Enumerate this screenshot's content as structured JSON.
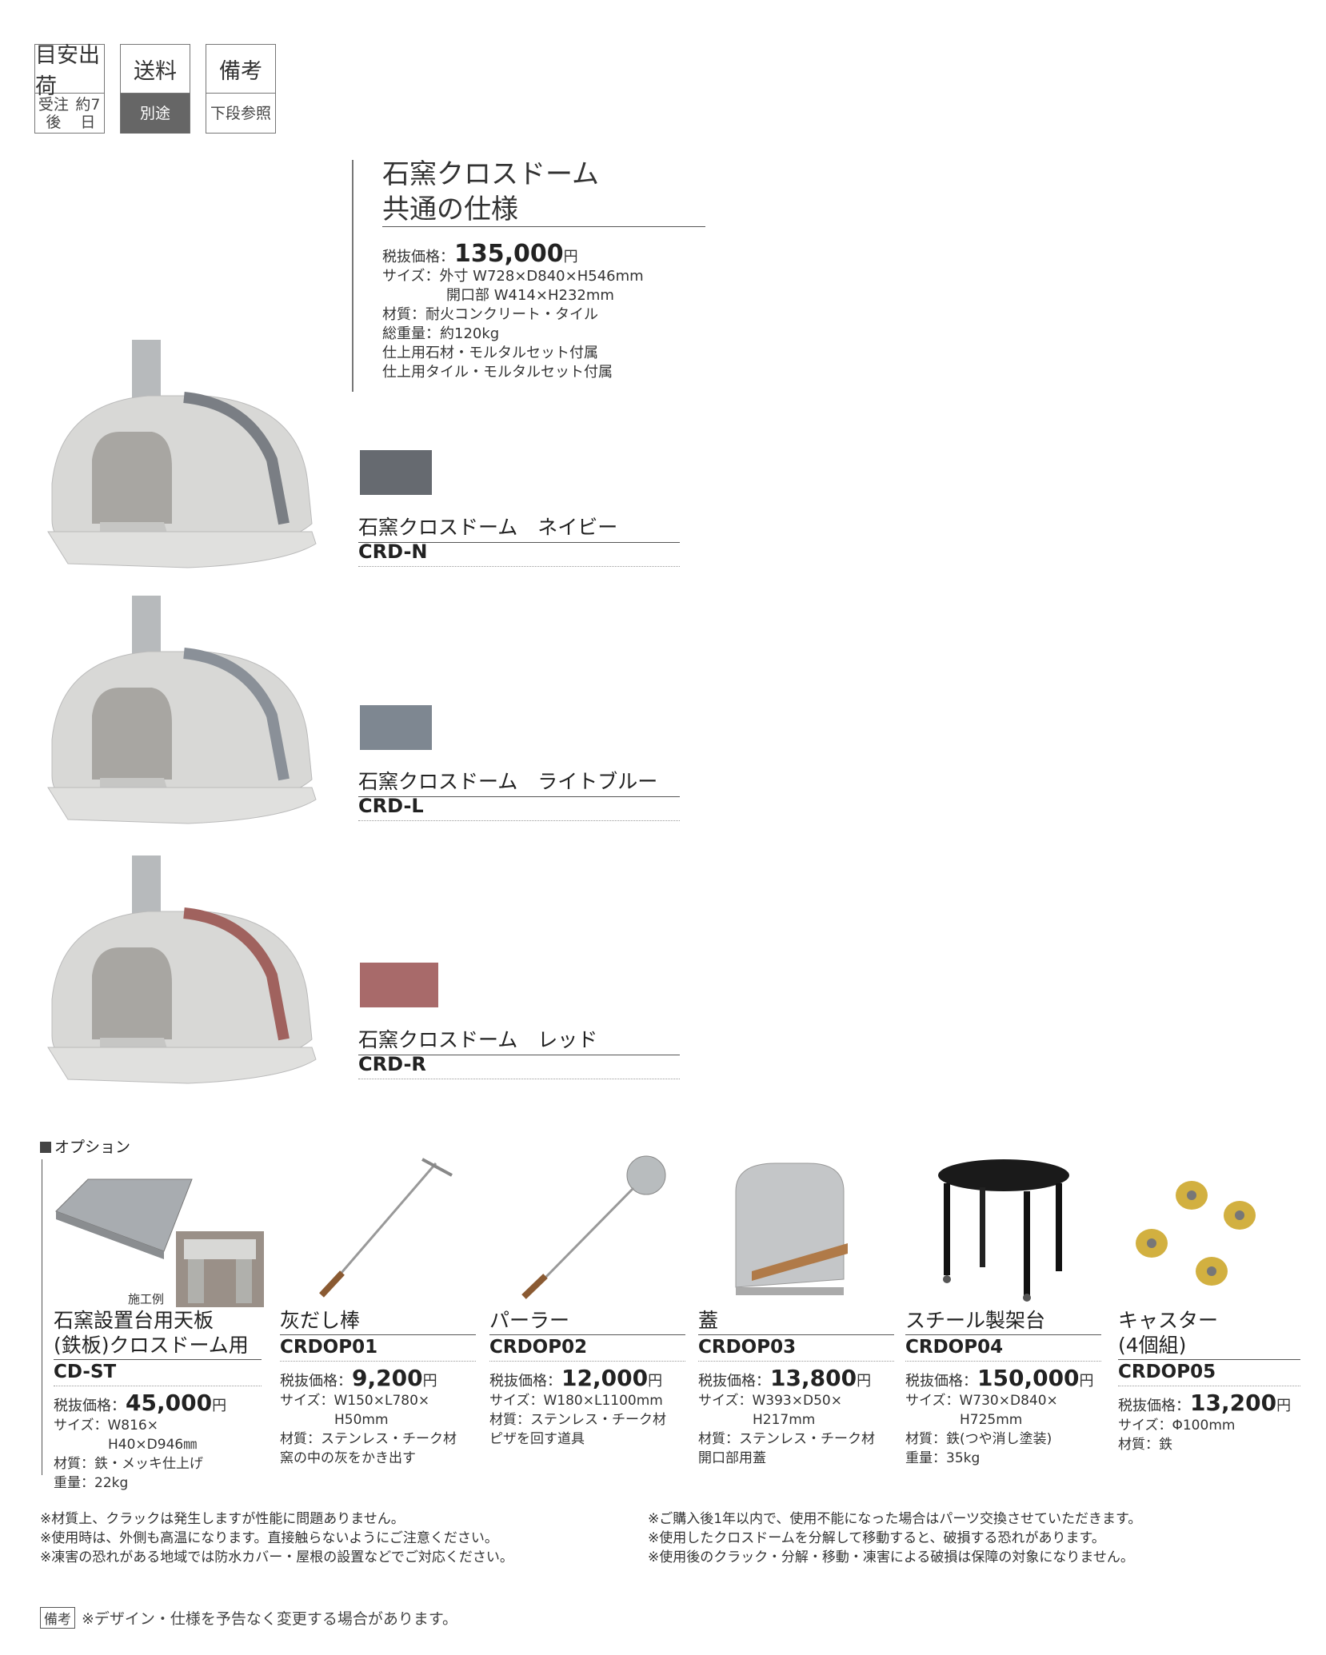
{
  "info_boxes": [
    {
      "label": "目安出荷",
      "value_lines": [
        "受注後",
        "約7日"
      ],
      "dark": false
    },
    {
      "label": "送料",
      "value_lines": [
        "別途"
      ],
      "dark": true
    },
    {
      "label": "備考",
      "value_lines": [
        "下段参照"
      ],
      "dark": false
    }
  ],
  "spec": {
    "title_line1": "石窯クロスドーム",
    "title_line2": "共通の仕様",
    "price_label": "税抜価格：",
    "price_value": "135,000",
    "price_unit": "円",
    "size_line1": "サイズ：外寸 W728×D840×H546mm",
    "size_line2": "開口部 W414×H232mm",
    "material": "材質：耐火コンクリート・タイル",
    "weight": "総重量：約120kg",
    "note1": "仕上用石材・モルタルセット付属",
    "note2": "仕上用タイル・モルタルセット付属"
  },
  "products": [
    {
      "name": "石窯クロスドーム　ネイビー",
      "code": "CRD-N",
      "color": "#666a70"
    },
    {
      "name": "石窯クロスドーム　ライトブルー",
      "code": "CRD-L",
      "color": "#7e8791"
    },
    {
      "name": "石窯クロスドーム　レッド",
      "code": "CRD-R",
      "color": "#a86a6a"
    }
  ],
  "options_heading": "オプション",
  "options": [
    {
      "name_line1": "石窯設置台用天板",
      "name_line2": "(鉄板)クロスドーム用",
      "code": "CD-ST",
      "price_label": "税抜価格：",
      "price": "45,000",
      "unit": "円",
      "details": "サイズ：W816×\n　　　　H40×D946㎜\n材質：鉄・メッキ仕上げ\n重量：22kg",
      "caption": "施工例"
    },
    {
      "name_line1": "灰だし棒",
      "name_line2": "",
      "code": "CRDOP01",
      "price_label": "税抜価格：",
      "price": "9,200",
      "unit": "円",
      "details": "サイズ：W150×L780×\n　　　　H50mm\n材質：ステンレス・チーク材\n窯の中の灰をかき出す"
    },
    {
      "name_line1": "パーラー",
      "name_line2": "",
      "code": "CRDOP02",
      "price_label": "税抜価格：",
      "price": "12,000",
      "unit": "円",
      "details": "サイズ：W180×L1100mm\n材質：ステンレス・チーク材\nピザを回す道具"
    },
    {
      "name_line1": "蓋",
      "name_line2": "",
      "code": "CRDOP03",
      "price_label": "税抜価格：",
      "price": "13,800",
      "unit": "円",
      "details": "サイズ：W393×D50×\n　　　　H217mm\n材質：ステンレス・チーク材\n開口部用蓋"
    },
    {
      "name_line1": "スチール製架台",
      "name_line2": "",
      "code": "CRDOP04",
      "price_label": "税抜価格：",
      "price": "150,000",
      "unit": "円",
      "details": "サイズ：W730×D840×\n　　　　H725mm\n材質：鉄(つや消し塗装)\n重量：35kg"
    },
    {
      "name_line1": "キャスター",
      "name_line2": "(4個組)",
      "code": "CRDOP05",
      "price_label": "税抜価格：",
      "price": "13,200",
      "unit": "円",
      "details": "サイズ：Φ100mm\n材質：鉄"
    }
  ],
  "notes_left": [
    "※材質上、クラックは発生しますが性能に問題ありません。",
    "※使用時は、外側も高温になります。直接触らないようにご注意ください。",
    "※凍害の恐れがある地域では防水カバー・屋根の設置などでご対応ください。"
  ],
  "notes_right": [
    "※ご購入後1年以内で、使用不能になった場合はパーツ交換させていただきます。",
    "※使用したクロスドームを分解して移動すると、破損する恐れがあります。",
    "※使用後のクラック・分解・移動・凍害による破損は保障の対象になりません。"
  ],
  "remark": {
    "tag": "備考",
    "text": "※デザイン・仕様を予告なく変更する場合があります。"
  }
}
